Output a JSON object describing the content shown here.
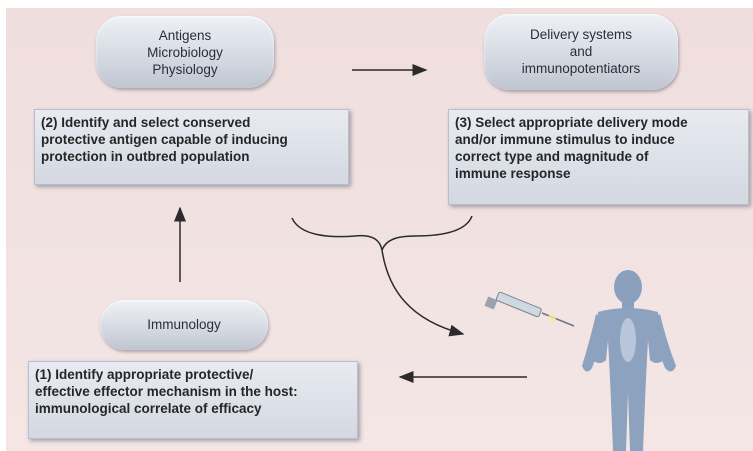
{
  "pills": {
    "antigens": [
      "Antigens",
      "Microbiology",
      "Physiology"
    ],
    "delivery": [
      "Delivery systems",
      "and",
      "immunopotentiators"
    ],
    "immunology": [
      "Immunology"
    ]
  },
  "boxes": {
    "step2": [
      "(2) Identify and select conserved",
      "protective antigen capable of inducing",
      "protection in outbred population"
    ],
    "step3": [
      "(3) Select appropriate delivery mode",
      "and/or immune stimulus to induce",
      "correct type and magnitude of",
      "immune response"
    ],
    "step1": [
      "(1) Identify appropriate protective/",
      "effective effector mechanism in the host:",
      "immunological correlate of efficacy"
    ]
  },
  "colors": {
    "background": "#f1e2e1",
    "pill": "#d6dbe3",
    "box": "#dde1e8",
    "arrow": "#2b2b2b",
    "figure": "#8fa3bf"
  },
  "icons": [
    "human-figure-icon",
    "syringe-icon"
  ]
}
